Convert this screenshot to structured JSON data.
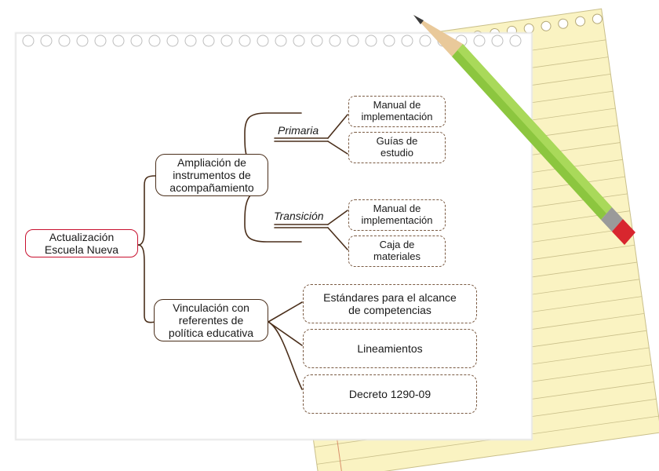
{
  "colors": {
    "paper": "#ffffff",
    "yellow_pad": "#faf3c2",
    "pad_line": "#c9bf8a",
    "pad_margin": "#d98f6a",
    "connector": "#4a2e1a",
    "root_border": "#c8102e",
    "pencil_body": "#8cc63f",
    "pencil_eraser": "#d8262e",
    "pencil_tip": "#3a3a3a"
  },
  "icons": [
    "pencil-icon",
    "notepad-icon",
    "spiral-binding-icon"
  ],
  "diagram": {
    "root": "Actualización\nEscuela Nueva",
    "branch_a": {
      "label": "Ampliación de\ninstrumentos de\nacompañamiento",
      "primaria": {
        "label": "Primaria",
        "items": [
          "Manual de\nimplementación",
          "Guías de\nestudio"
        ]
      },
      "transicion": {
        "label": "Transición",
        "items": [
          "Manual de\nimplementación",
          "Caja de\nmateriales"
        ]
      }
    },
    "branch_b": {
      "label": "Vinculación con\nreferentes de\npolítica educativa",
      "items": [
        "Estándares para el alcance\nde competencias",
        "Lineamientos",
        "Decreto 1290-09"
      ]
    }
  }
}
